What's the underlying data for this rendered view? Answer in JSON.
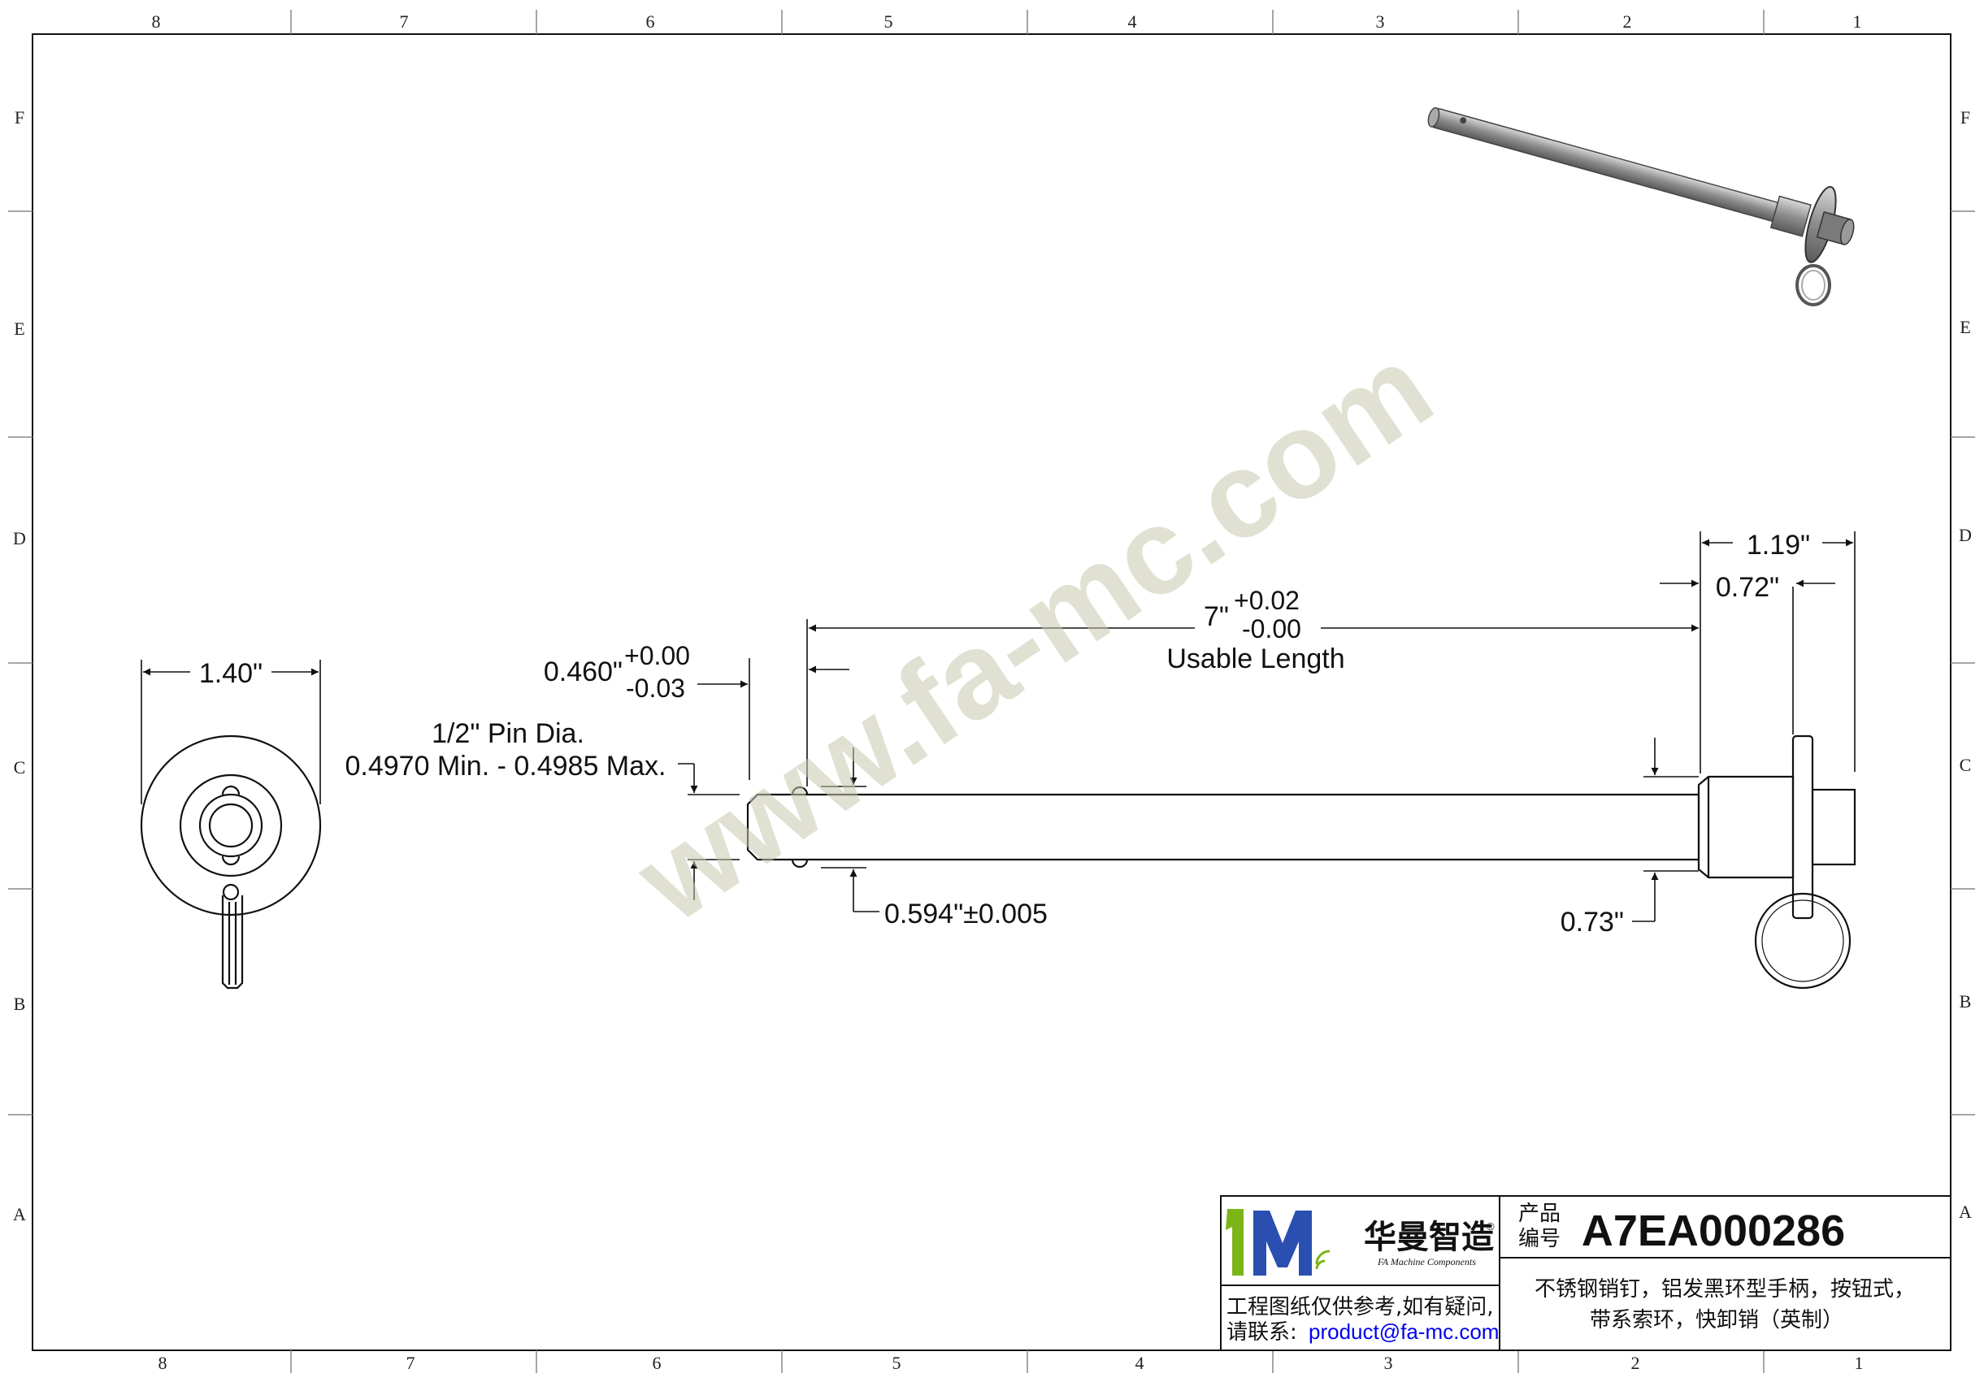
{
  "drawing": {
    "zones_top": [
      "8",
      "7",
      "6",
      "5",
      "4",
      "3",
      "2",
      "1"
    ],
    "zones_bottom": [
      "8",
      "7",
      "6",
      "5",
      "4",
      "3",
      "2",
      "1"
    ],
    "rows_left": [
      "F",
      "E",
      "D",
      "C",
      "B",
      "A"
    ],
    "rows_right": [
      "F",
      "E",
      "D",
      "C",
      "B",
      "A"
    ]
  },
  "watermark": "www.fa-mc.com",
  "dimensions": {
    "flange_dia": "1.40\"",
    "groove_dist": "0.460\"",
    "groove_tol_plus": "+0.00",
    "groove_tol_minus": "-0.03",
    "pin_dia_title": "1/2\" Pin Dia.",
    "pin_dia_range": "0.4970 Min. - 0.4985 Max.",
    "usable_length": "7\"",
    "usable_tol_plus": "+0.02",
    "usable_tol_minus": "-0.00",
    "usable_label": "Usable Length",
    "handle_length": "1.19\"",
    "handle_offset": "0.72\"",
    "ball_dia": "0.594\"±0.005",
    "collar_dia": "0.73\""
  },
  "title_block": {
    "logo_mark": "1M",
    "logo_cn": "华曼智造",
    "logo_en": "FA Machine Components",
    "logo_reg": "®",
    "product_label_1": "产品",
    "product_label_2": "编号",
    "product_code": "A7EA000286",
    "description_1": "不锈钢销钉，铝发黑环型手柄，按钮式，",
    "description_2": "带系索环，快卸销（英制）",
    "note_1": "工程图纸仅供参考,如有疑问,",
    "note_2_prefix": "请联系:",
    "note_email": "product@fa-mc.com"
  }
}
